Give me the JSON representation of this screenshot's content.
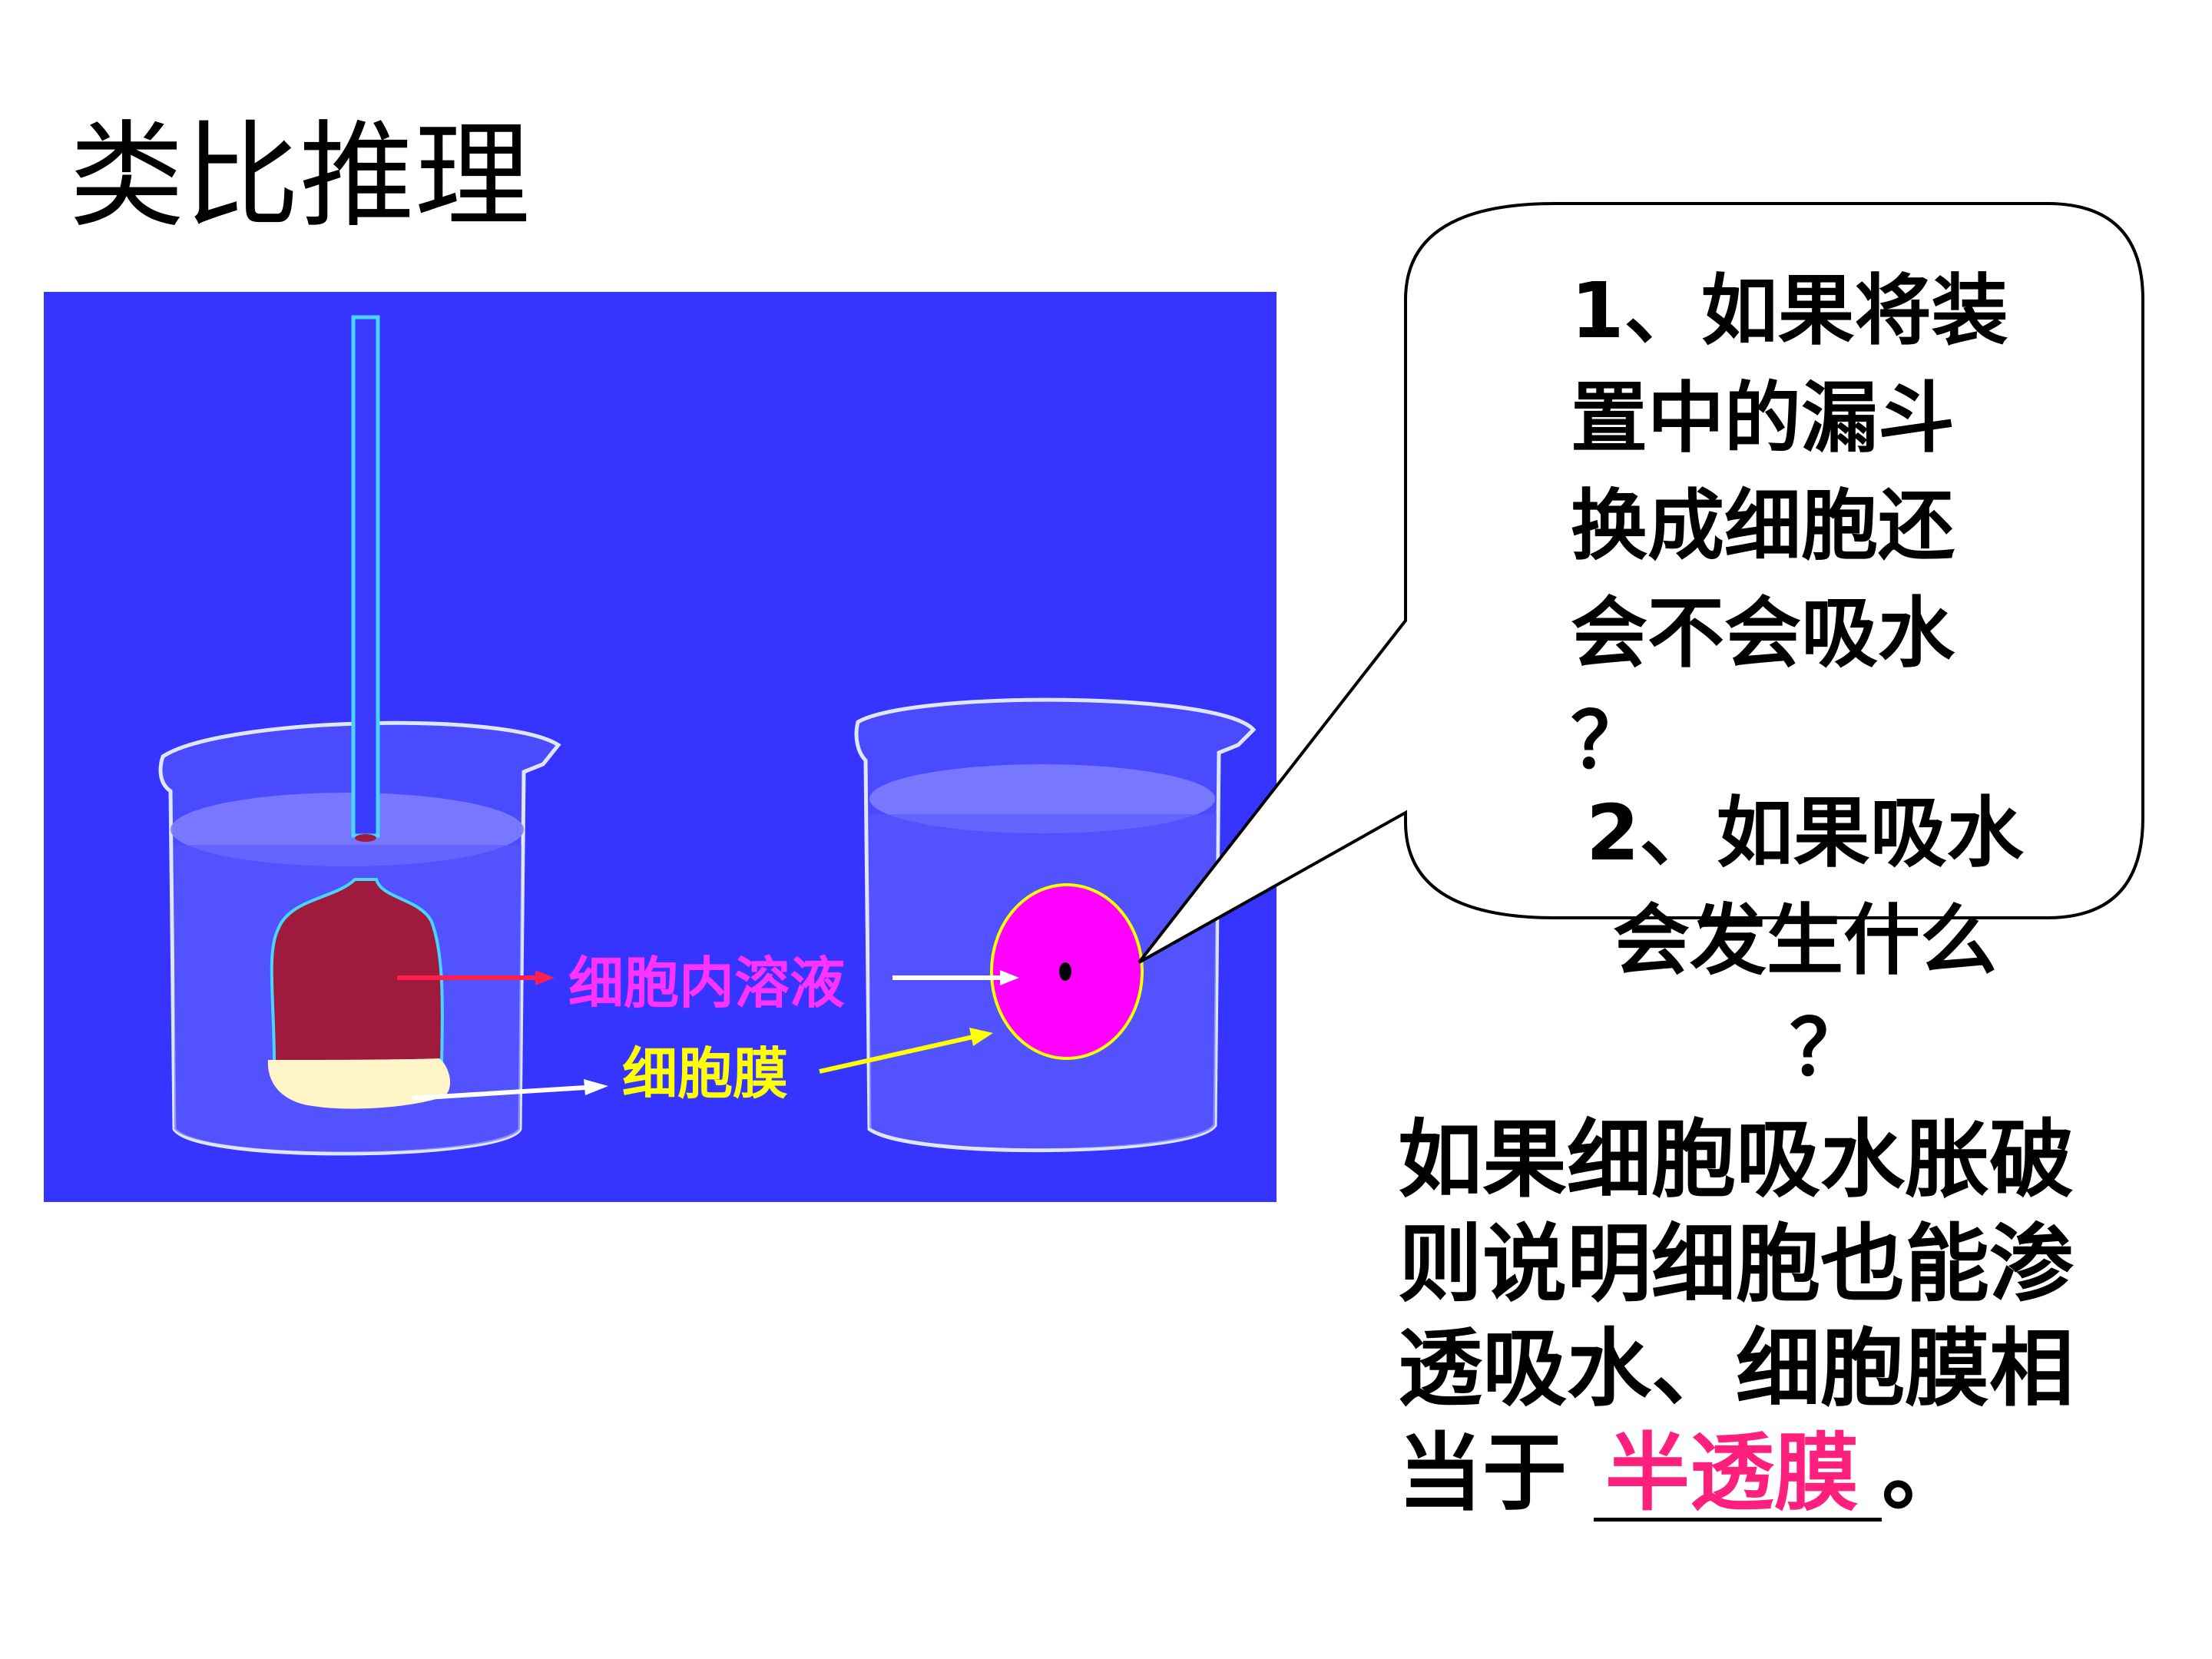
{
  "slide": {
    "title": "类比推理"
  },
  "diagram": {
    "label_inner_solution": "细胞内溶液",
    "label_membrane": "细胞膜",
    "colors": {
      "background": "#3535ff",
      "funnel_solution": "#a01a3e",
      "membrane_left": "#fff5c8",
      "cell": "#ff00ff",
      "cell_outline": "#ffff00",
      "arrow_red": "#ff1f4f",
      "arrow_yellow": "#ffff00",
      "arrow_white": "#ffffff"
    }
  },
  "bubble": {
    "q1_lines": [
      "1、如果将装",
      "置中的漏斗",
      "换成细胞还",
      "会不会吸水",
      "？"
    ],
    "q2_lines": [
      "2、如果吸水",
      "会发生什么",
      "？"
    ]
  },
  "answer": {
    "lines": [
      "如果细胞吸水胀破",
      "则说明细胞也能渗",
      "透吸水、细胞膜相"
    ],
    "last_prefix": "当于",
    "blank_answer": "半透膜",
    "last_suffix": "。"
  }
}
